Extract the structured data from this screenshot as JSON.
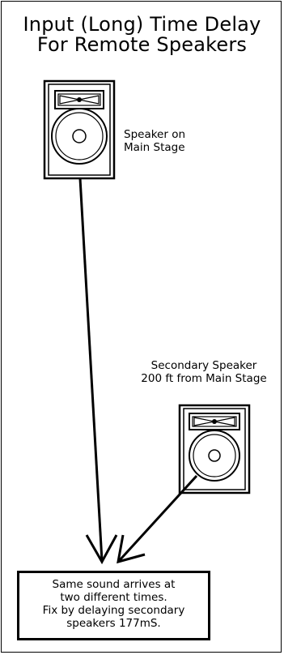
{
  "title": {
    "line1": "Input (Long) Time Delay",
    "line2": "For Remote Speakers"
  },
  "main_speaker": {
    "label_line1": "Speaker on",
    "label_line2": "Main Stage"
  },
  "secondary_speaker": {
    "label_line1": "Secondary Speaker",
    "label_line2": "200 ft from Main Stage"
  },
  "note": {
    "line1": "Same sound arrives at",
    "line2": "two different times.",
    "line3": "Fix by delaying secondary",
    "line4": "speakers 177mS."
  },
  "colors": {
    "ink": "#000000",
    "background": "#ffffff"
  }
}
